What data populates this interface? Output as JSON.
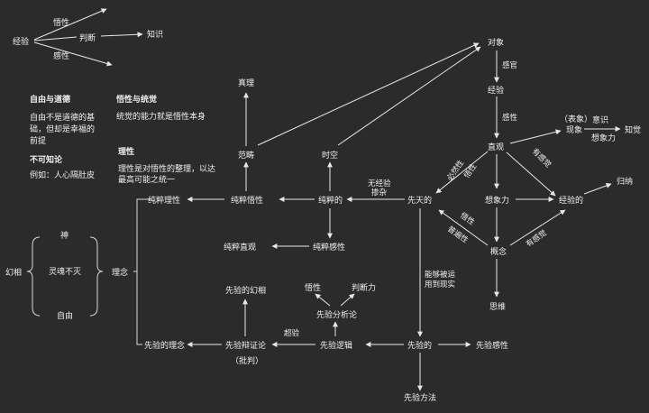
{
  "nodes": {
    "experience": "经验",
    "understanding": "悟性",
    "judgment": "判断",
    "knowledge": "知识",
    "sensibility": "感性",
    "object": "对象",
    "senses": "感官",
    "experience2": "经验",
    "sensibility2": "感性",
    "intuition": "直观",
    "representation": "（表象）",
    "phenomenon": "现象",
    "consciousness": "意识",
    "imagination_r": "想象力",
    "perception": "知觉",
    "truth": "真理",
    "category": "范畴",
    "spacetime": "时空",
    "pure_reason": "纯粹理性",
    "pure_understanding": "纯粹悟性",
    "pure": "纯粹的",
    "a_priori": "先天的",
    "imagination": "想象力",
    "empirical": "经验的",
    "induction": "归纳",
    "pure_intuition": "纯粹直观",
    "pure_sensibility": "纯粹感性",
    "concept": "概念",
    "thought": "思维",
    "god": "神",
    "soul": "灵魂不灭",
    "freedom": "自由",
    "illusion": "幻相",
    "idea": "理念",
    "transcendental_illusion": "先验的幻相",
    "understanding3": "悟性",
    "judgment_power": "判断力",
    "analytic": "先验分析论",
    "transcendental_idea": "先验的理念",
    "dialectic": "先验辩证论",
    "critique": "（批判）",
    "logic": "先验逻辑",
    "transcendental": "先验的",
    "transcendental_sensibility": "先验感性",
    "method": "先验方法"
  },
  "edge_labels": {
    "necessity": "必然性",
    "understanding_edge": "悟性",
    "sensibility_edge": "有感觉",
    "no_experience": "无经验",
    "mixed": "掺杂",
    "understanding_edge2": "悟性",
    "universality": "普遍性",
    "sensibility_edge2": "有感觉",
    "apply_1": "能够被运",
    "apply_2": "用到现实",
    "transcend": "超验"
  },
  "notes": {
    "freedom_morality_title": "自由与道德",
    "freedom_morality_1": "自由不是道德的基",
    "freedom_morality_2": "础，但却是幸福的",
    "freedom_morality_3": "前提",
    "unknowable_title": "不可知论",
    "unknowable_1": "例如：人心隔肚皮",
    "understanding_unity_title": "悟性与统觉",
    "understanding_unity_1": "统觉的能力就是悟性本身",
    "reason_title": "理性",
    "reason_1": "理性是对悟性的整理，以达",
    "reason_2": "最高可能之统一"
  },
  "colors": {
    "background": "#2b2b2b",
    "text": "#f0f0f0",
    "line": "#e8e8e8"
  }
}
